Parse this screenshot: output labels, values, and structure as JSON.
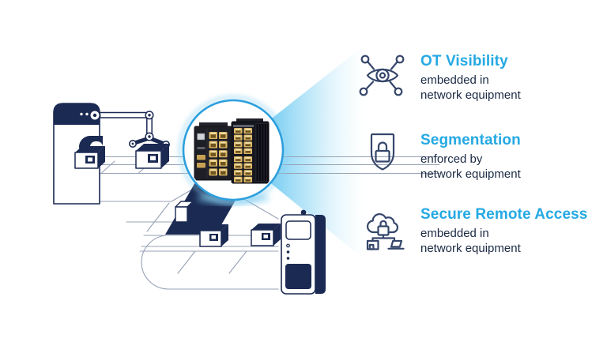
{
  "brand_colors": {
    "accent_cyan": "#25A9E3",
    "illustration_navy": "#1B2A52",
    "dark_text": "#1A2944",
    "beam_cyan": "#3BB7EC",
    "circle_border": "#2D9FDD",
    "switch_port_yellow": "#DDB968"
  },
  "icons": {
    "feature1": "ot-visibility-eye-icon",
    "feature2": "segmentation-shield-lock-icon",
    "feature3": "secure-remote-access-cloud-icon",
    "hero": "industrial-ethernet-switches-photo",
    "illustration": "factory-automation-line-art"
  },
  "features": [
    {
      "title": "OT Visibility",
      "line1": "embedded in",
      "line2": "network equipment"
    },
    {
      "title": "Segmentation",
      "line1": "enforced by",
      "line2": "network equipment"
    },
    {
      "title": "Secure Remote Access",
      "line1": "embedded in",
      "line2": "network equipment"
    }
  ]
}
